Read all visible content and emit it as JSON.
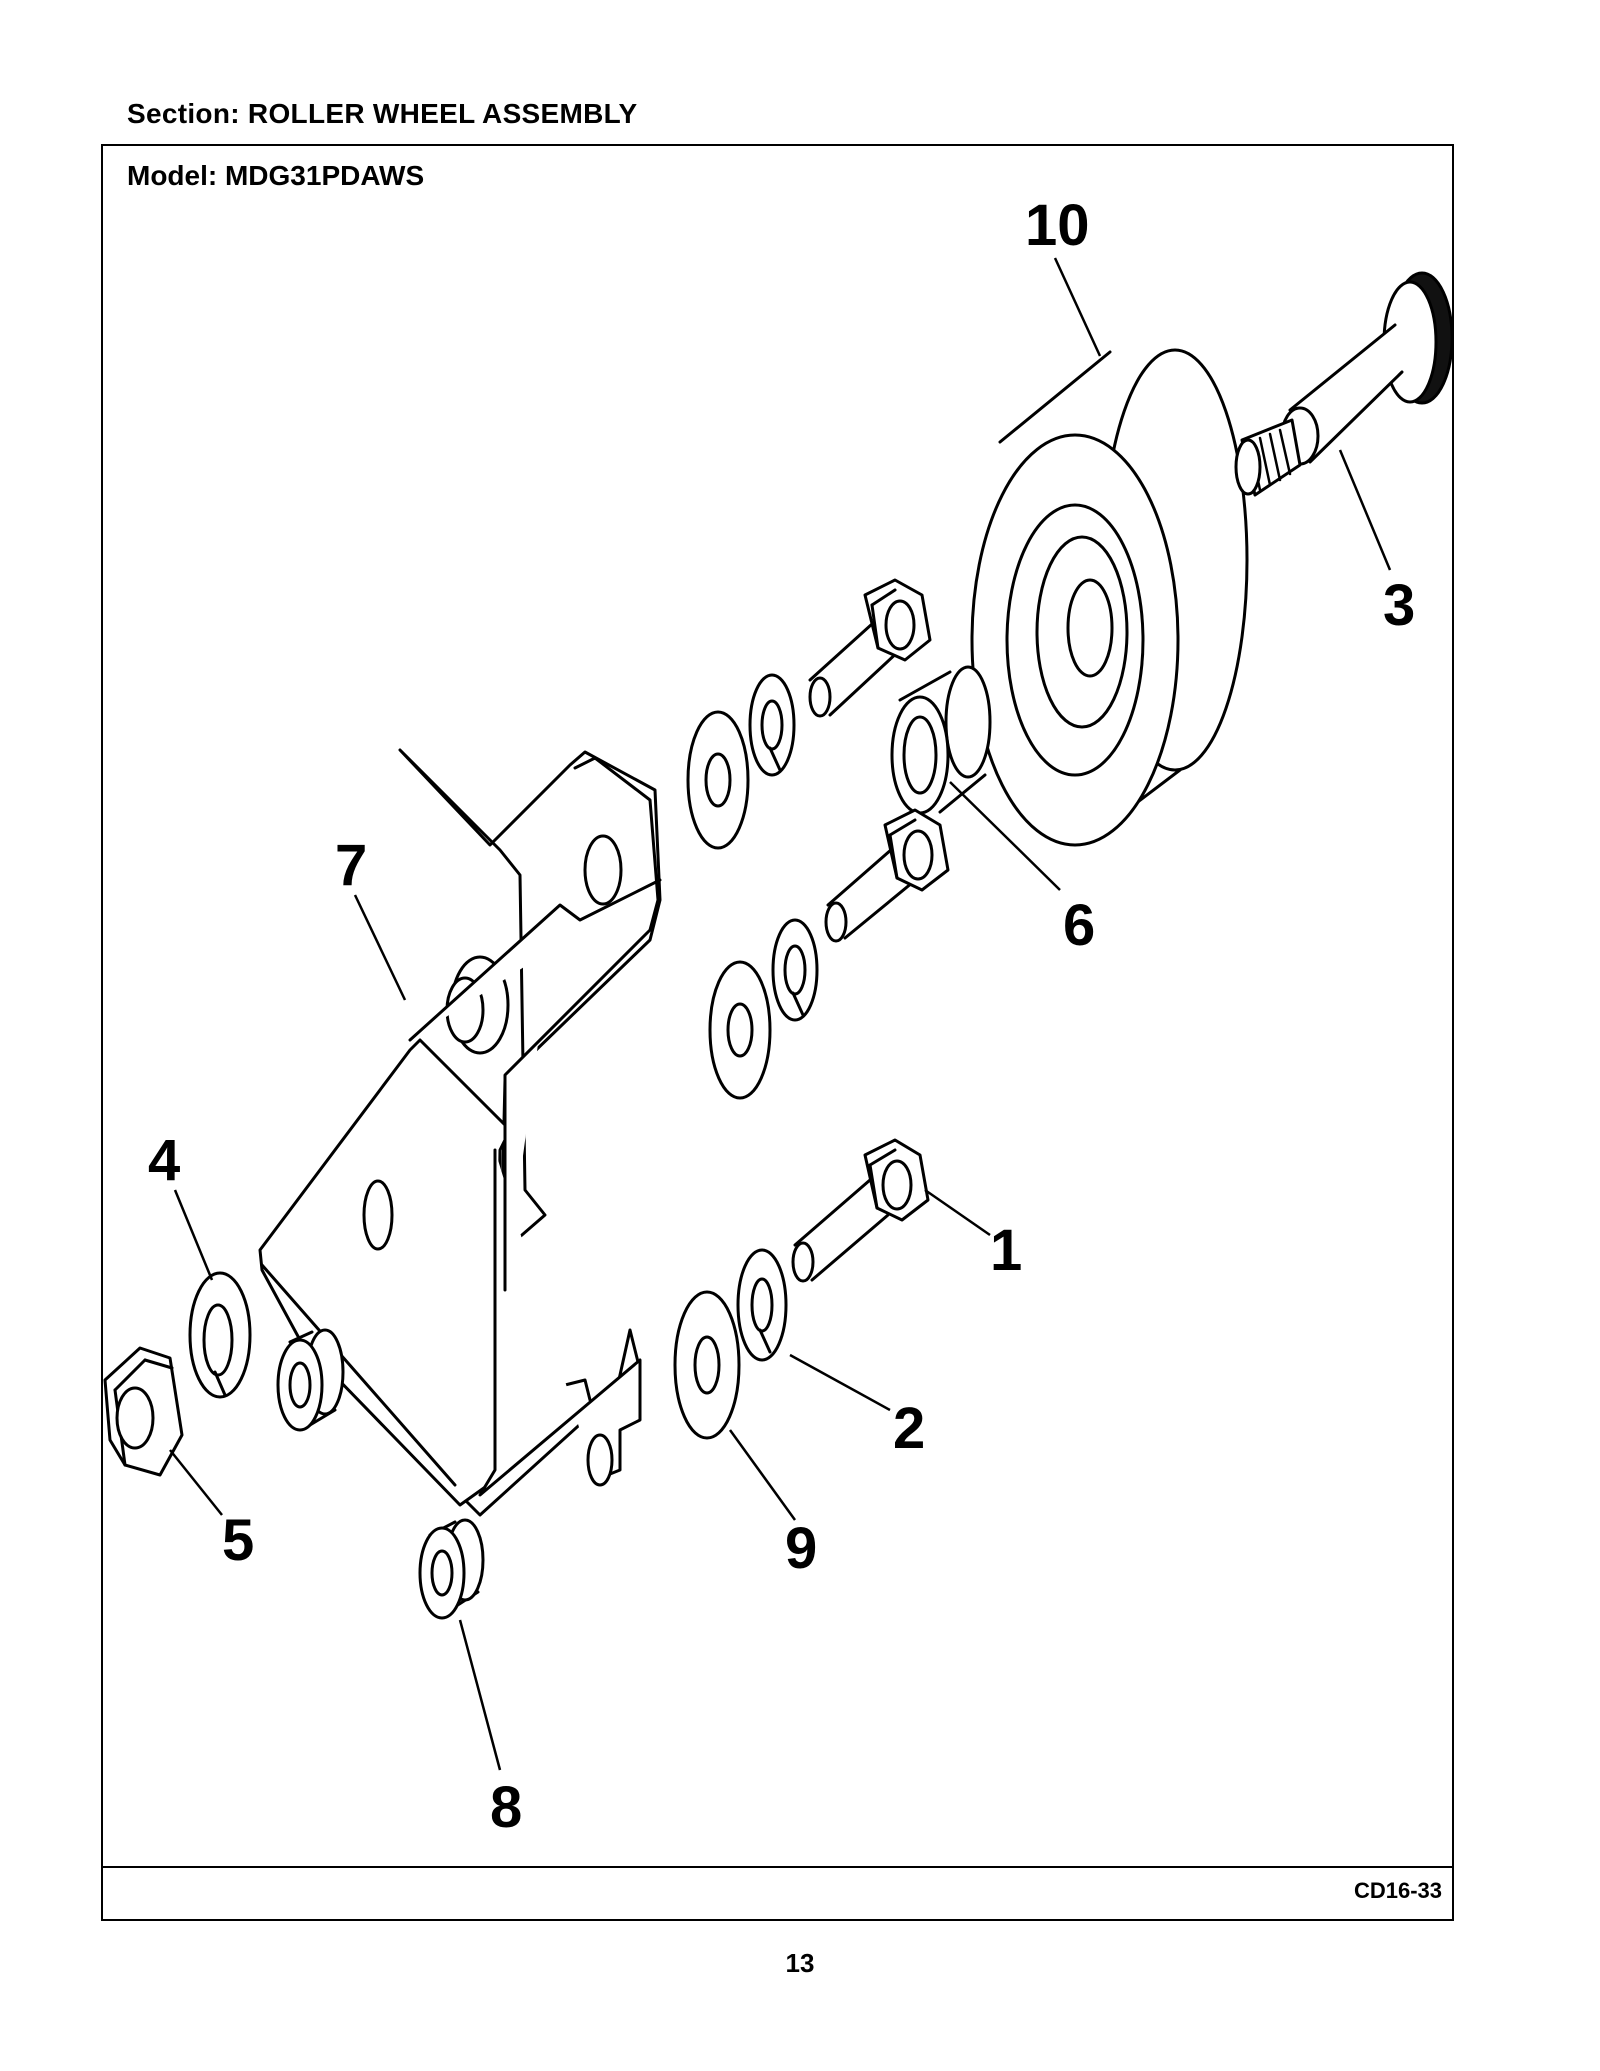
{
  "header": {
    "section": "Section:  ROLLER WHEEL ASSEMBLY",
    "model": "Model:  MDG31PDAWS"
  },
  "diagram": {
    "callouts": [
      "1",
      "2",
      "3",
      "4",
      "5",
      "6",
      "7",
      "8",
      "9",
      "10"
    ]
  },
  "footer": {
    "figure_code": "CD16-33",
    "page_number": "13"
  }
}
